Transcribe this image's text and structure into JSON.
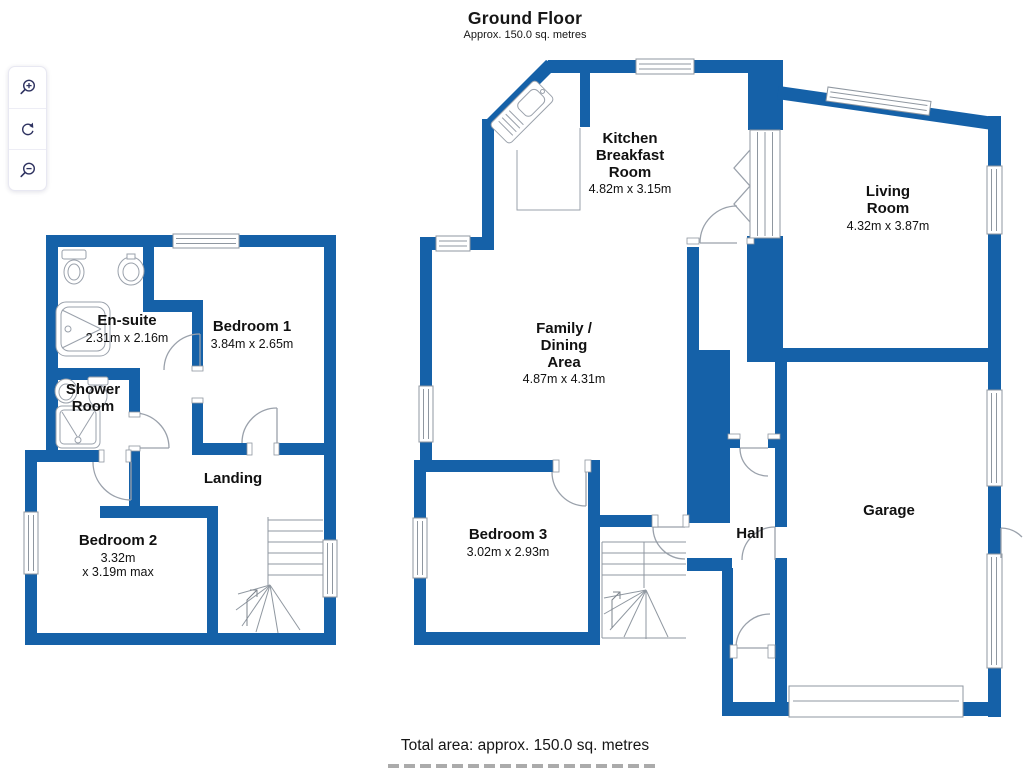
{
  "header": {
    "title": "Ground Floor",
    "subtitle": "Approx. 150.0 sq. metres"
  },
  "toolbar": {
    "buttons": [
      {
        "icon": "zoom-in-icon",
        "action": "zoom-in"
      },
      {
        "icon": "rotate-icon",
        "action": "rotate"
      },
      {
        "icon": "zoom-out-icon",
        "action": "zoom-out"
      }
    ]
  },
  "rooms": [
    {
      "id": "kitchen",
      "name": [
        "Kitchen",
        "Breakfast",
        "Room"
      ],
      "dims": "4.82m x 3.15m"
    },
    {
      "id": "living",
      "name": [
        "Living",
        "Room"
      ],
      "dims": "4.32m x 3.87m"
    },
    {
      "id": "family",
      "name": [
        "Family /",
        "Dining",
        "Area"
      ],
      "dims": "4.87m x 4.31m"
    },
    {
      "id": "ensuite",
      "name": [
        "En-suite"
      ],
      "dims": "2.31m x 2.16m"
    },
    {
      "id": "bedroom1",
      "name": [
        "Bedroom 1"
      ],
      "dims": "3.84m x 2.65m"
    },
    {
      "id": "shower",
      "name": [
        "Shower",
        "Room"
      ],
      "dims": ""
    },
    {
      "id": "landing",
      "name": [
        "Landing"
      ],
      "dims": ""
    },
    {
      "id": "bedroom2",
      "name": [
        "Bedroom 2"
      ],
      "dims": [
        "3.32m",
        "x 3.19m max"
      ]
    },
    {
      "id": "bedroom3",
      "name": [
        "Bedroom 3"
      ],
      "dims": "3.02m x 2.93m"
    },
    {
      "id": "hall",
      "name": [
        "Hall"
      ],
      "dims": ""
    },
    {
      "id": "garage",
      "name": [
        "Garage"
      ],
      "dims": ""
    }
  ],
  "footer": {
    "total_area": "Total area: approx. 150.0 sq. metres"
  },
  "colors": {
    "wall_blue": "#1561a8",
    "icon_navy": "#2e3260",
    "line_gray": "#9aa1ab",
    "text": "#161616"
  }
}
